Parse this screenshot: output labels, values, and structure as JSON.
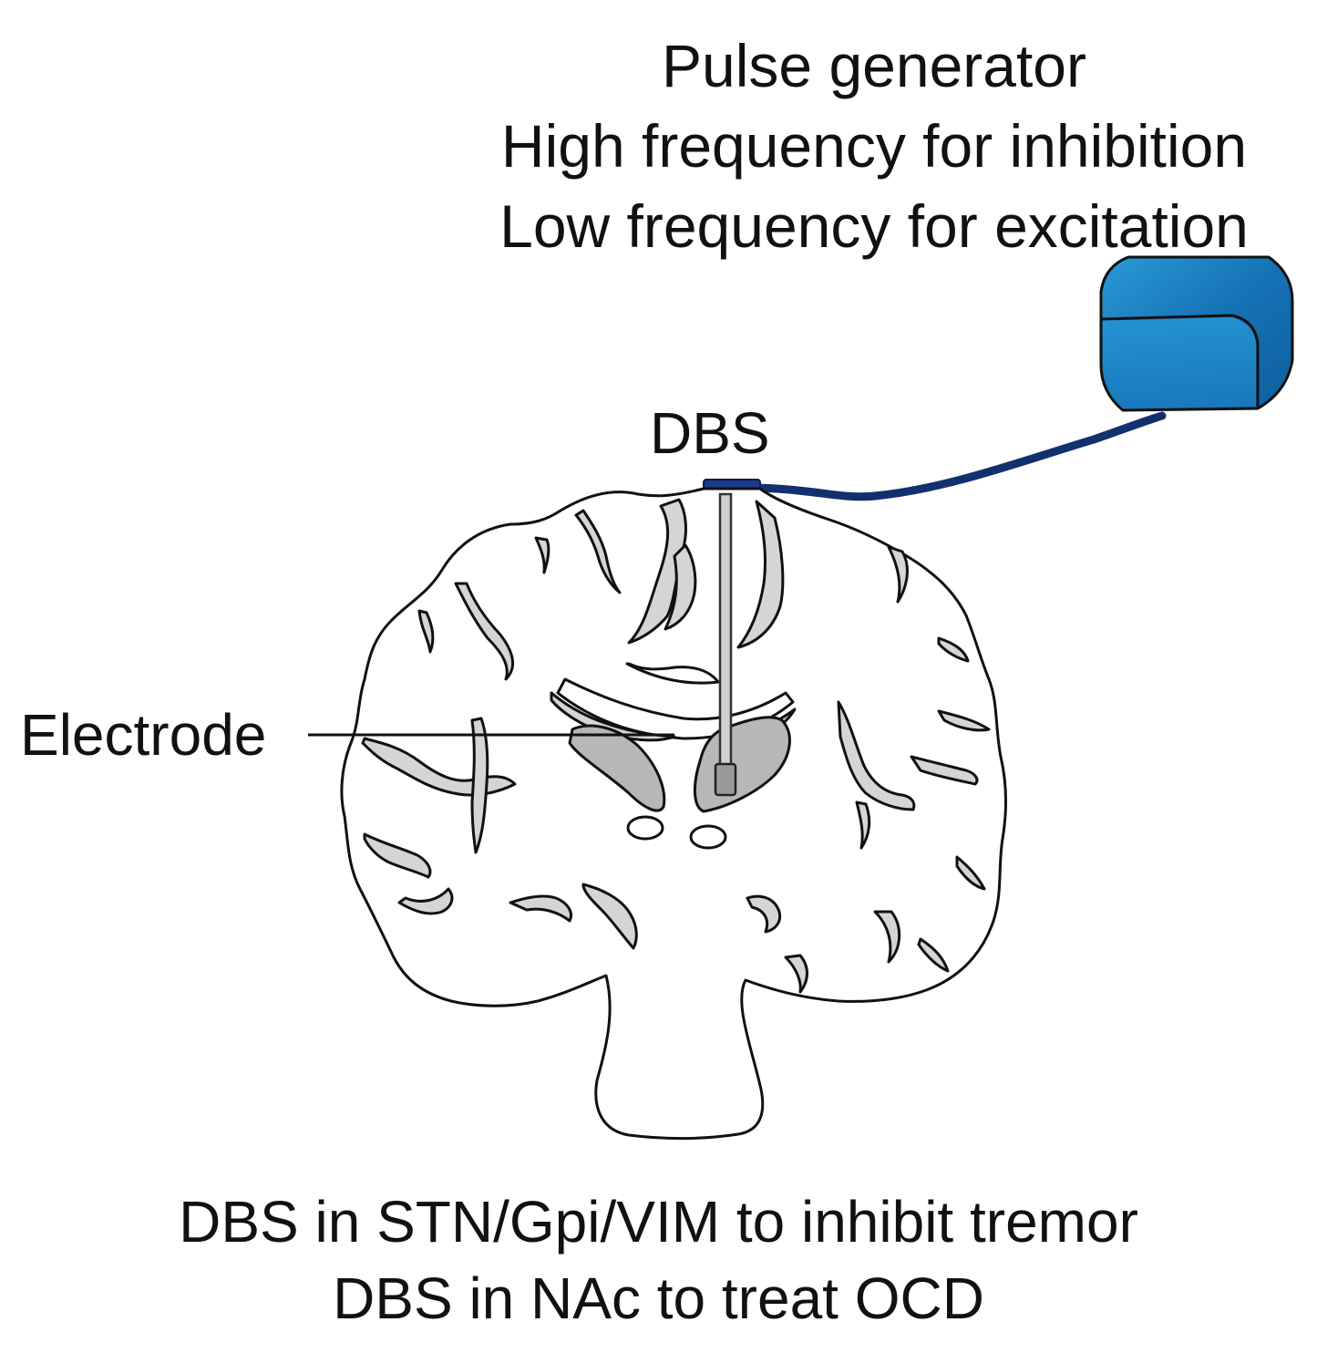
{
  "pulse_generator": {
    "title": "Pulse generator",
    "line1": "High frequency for inhibition",
    "line2": "Low frequency for excitation"
  },
  "dbs_label": "DBS",
  "electrode_label": "Electrode",
  "bottom": {
    "line1": "DBS in STN/Gpi/VIM to inhibit tremor",
    "line2": "DBS in NAc to treat OCD"
  },
  "colors": {
    "device_blue": "#1a86c8",
    "lead_navy": "#13306e",
    "gray_matter_fill": "#d6d4d4",
    "nucleus_fill": "#b9b6b6",
    "outline": "#111111"
  }
}
